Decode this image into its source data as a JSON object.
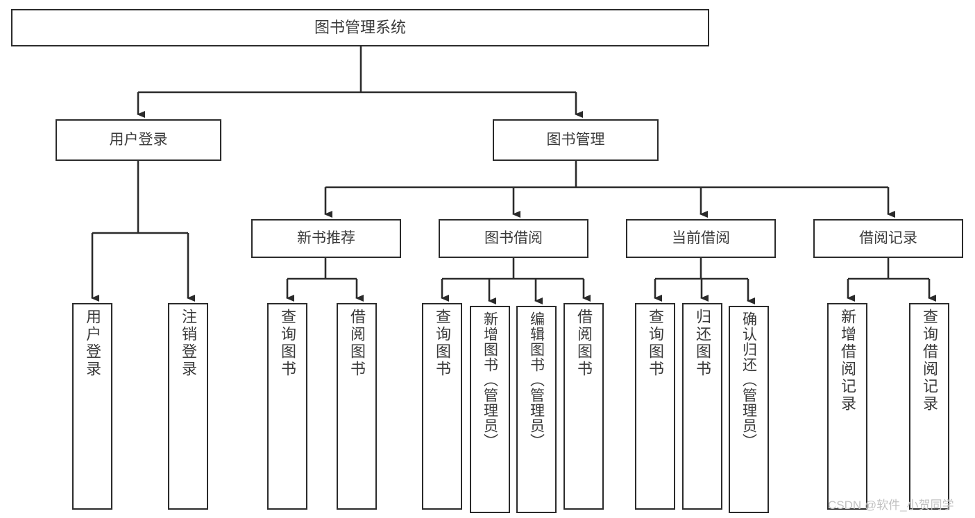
{
  "diagram": {
    "title_node": {
      "label": "图书管理系统"
    },
    "level2": [
      {
        "id": "user-login",
        "label": "用户登录"
      },
      {
        "id": "book-manage",
        "label": "图书管理"
      }
    ],
    "level3": [
      {
        "id": "new-book-recommend",
        "label": "新书推荐"
      },
      {
        "id": "book-borrow",
        "label": "图书借阅"
      },
      {
        "id": "current-borrow",
        "label": "当前借阅"
      },
      {
        "id": "borrow-record",
        "label": "借阅记录"
      }
    ],
    "leaves": {
      "user_login": [
        {
          "id": "leaf-user-login",
          "label": "用户登录"
        },
        {
          "id": "leaf-logout-login",
          "label": "注销登录"
        }
      ],
      "new_book_recommend": [
        {
          "id": "leaf-query-book-1",
          "label": "查询图书"
        },
        {
          "id": "leaf-borrow-book-1",
          "label": "借阅图书"
        }
      ],
      "book_borrow": [
        {
          "id": "leaf-query-book-2",
          "label": "查询图书"
        },
        {
          "id": "leaf-add-book",
          "label": "新增图书（管理员）"
        },
        {
          "id": "leaf-edit-book",
          "label": "编辑图书（管理员）"
        },
        {
          "id": "leaf-borrow-book-2",
          "label": "借阅图书"
        }
      ],
      "current_borrow": [
        {
          "id": "leaf-query-book-3",
          "label": "查询图书"
        },
        {
          "id": "leaf-return-book",
          "label": "归还图书"
        },
        {
          "id": "leaf-confirm-return",
          "label": "确认归还（管理员）"
        }
      ],
      "borrow_record": [
        {
          "id": "leaf-add-record",
          "label": "新增借阅记录"
        },
        {
          "id": "leaf-query-record",
          "label": "查询借阅记录"
        }
      ]
    }
  },
  "watermark": {
    "text": "CSDN @软件_小贺同学"
  },
  "colors": {
    "stroke": "#2b2b2b",
    "box_fill": "#ffffff",
    "text": "#3a3a3a",
    "watermark": "#c2c2c2",
    "background": "#ffffff"
  }
}
